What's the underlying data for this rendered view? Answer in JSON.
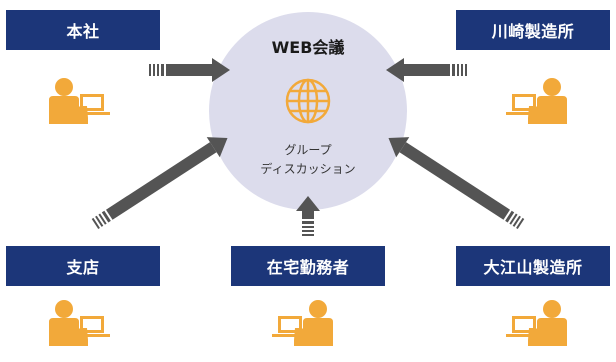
{
  "hub": {
    "title": "WEB会議",
    "subtitle_line1": "グループ",
    "subtitle_line2": "ディスカッション",
    "icon": "globe-icon"
  },
  "locations": {
    "honsha": "本社",
    "kawasaki": "川崎製造所",
    "shiten": "支店",
    "zaitaku": "在宅勤務者",
    "oeyama": "大江山製造所"
  },
  "colors": {
    "label_bg": "#1c3679",
    "arrow": "#545454",
    "hub_fill": "#dcdcec",
    "person": "#f2a93a"
  }
}
